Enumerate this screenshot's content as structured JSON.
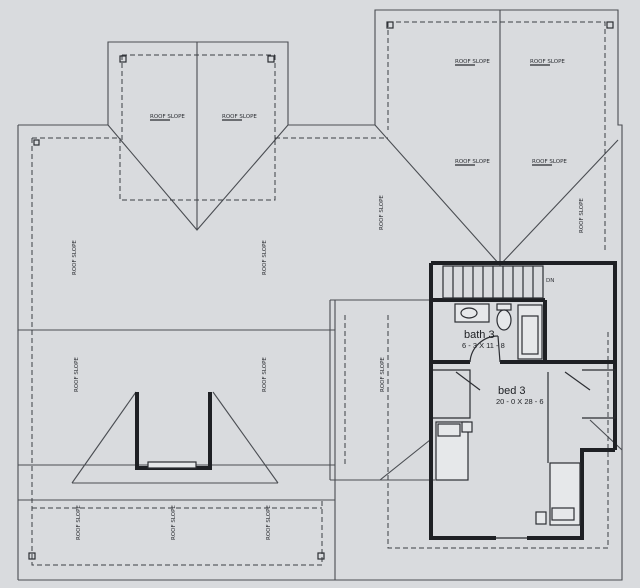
{
  "plan": {
    "roof_slope_label": "ROOF SLOPE",
    "rooms": [
      {
        "id": "bath",
        "name": "bath 3",
        "dims": "6 - 3 X 11 - 8"
      },
      {
        "id": "bed",
        "name": "bed 3",
        "dims": "20 - 0 X 28 - 6"
      }
    ],
    "stair_note": "DN"
  }
}
